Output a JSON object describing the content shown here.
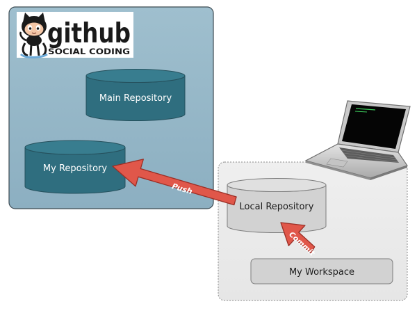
{
  "logo": {
    "wordmark": "github",
    "tagline": "SOCIAL CODING"
  },
  "github_panel": {
    "main_repository": "Main Repository",
    "my_repository": "My Repository"
  },
  "local_panel": {
    "local_repository": "Local Repository",
    "my_workspace": "My Workspace"
  },
  "arrows": {
    "push": "Push",
    "commit": "Commit"
  },
  "colors": {
    "github_panel_fill": "#97b8c8",
    "repository_fill": "#2f6e7f",
    "local_panel_fill": "#ececec",
    "local_repository_fill": "#d2d2d2",
    "arrow_fill": "#e0574a"
  },
  "icons": {
    "logo": "octocat-icon",
    "computer": "laptop-icon"
  }
}
